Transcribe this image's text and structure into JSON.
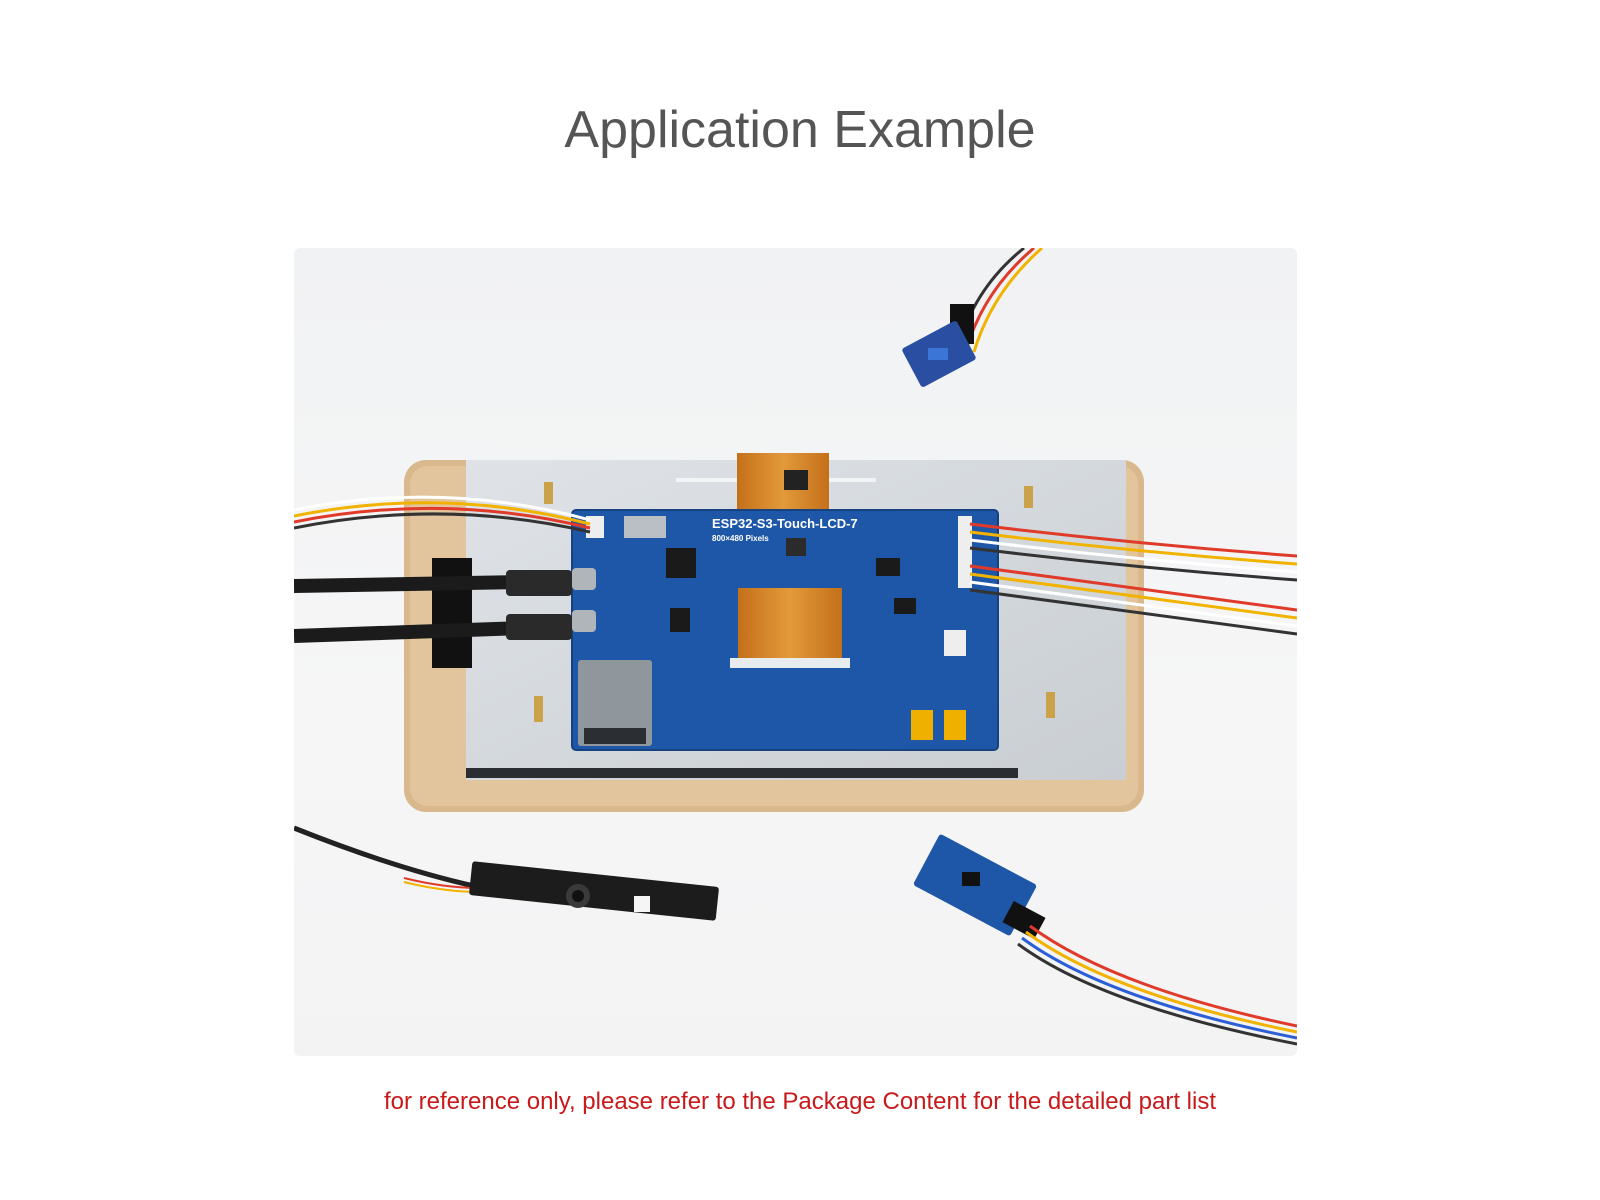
{
  "page": {
    "title": "Application Example",
    "caption": "for reference only, please refer to the Package Content for the detailed part list"
  },
  "photo": {
    "board_label": "ESP32-S3-Touch-LCD-7",
    "board_sublabel": "800×480 Pixels"
  },
  "colors": {
    "title": "#555555",
    "caption": "#c8191b",
    "pcb": "#1f57a8",
    "acrylic": "#d9b98d",
    "flex_cable": "#d9861f"
  }
}
